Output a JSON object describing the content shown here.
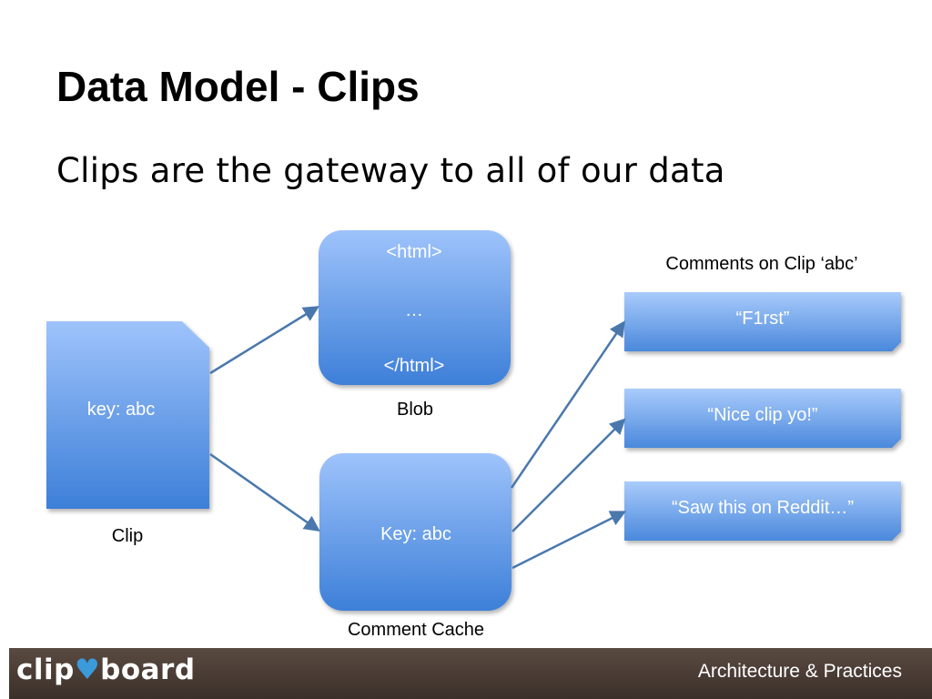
{
  "slide": {
    "title": "Data Model - Clips",
    "subtitle": "Clips are the gateway to all of our data"
  },
  "diagram": {
    "clip": {
      "text": "key: abc",
      "caption": "Clip"
    },
    "blob": {
      "lines": [
        "<html>",
        "…",
        "</html>"
      ],
      "caption": "Blob"
    },
    "comment_cache": {
      "text": "Key: abc",
      "caption": "Comment Cache"
    },
    "comments_header": "Comments on Clip ‘abc’",
    "comments": [
      "“F1rst”",
      "“Nice clip yo!”",
      "“Saw this on Reddit…”"
    ]
  },
  "footer": {
    "logo_left": "clip",
    "logo_right": "board",
    "right_text": "Architecture & Practices"
  },
  "colors": {
    "shape_top": "#9ec3fb",
    "shape_bottom": "#3d7fd8",
    "arrow": "#4a78ad",
    "footer": "#4a3d35",
    "logo_heart": "#3b9ad9"
  }
}
